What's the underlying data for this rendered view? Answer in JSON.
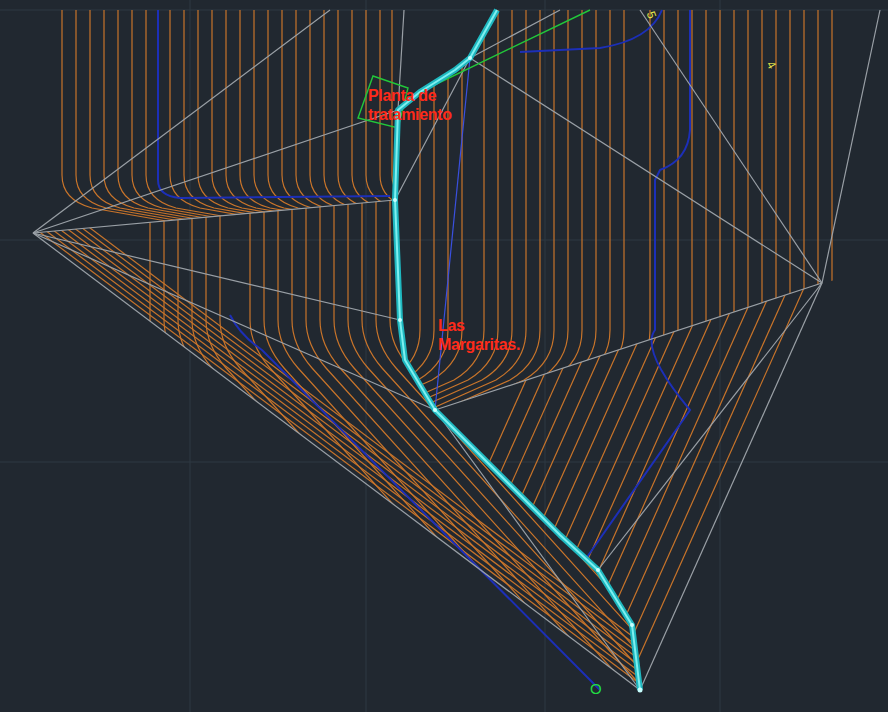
{
  "diagram": {
    "labels": [
      "Planta de tratamiento",
      "Las Margaritas.",
      "5",
      "4",
      "O"
    ]
  }
}
